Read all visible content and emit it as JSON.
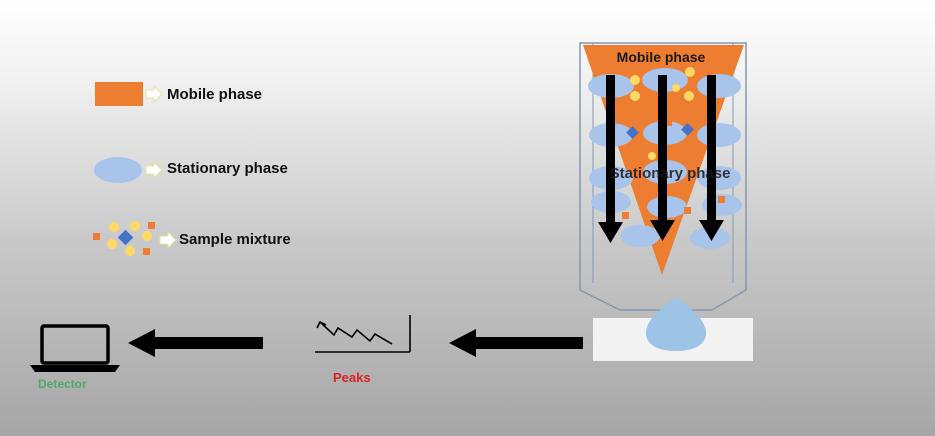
{
  "legend": {
    "mobile_phase": "Mobile phase",
    "stationary_phase": "Stationary phase",
    "sample_mixture": "Sample mixture"
  },
  "column": {
    "top_label": "Mobile phase",
    "middle_label": "Stationary phase"
  },
  "output": {
    "peaks_label": "Peaks",
    "detector_label": "Detector"
  },
  "colors": {
    "mobile_phase": "#ed7d31",
    "stationary_phase": "#a9c4eb",
    "sample_particle": "#ffd966",
    "sample_square": "#ed7d31",
    "sample_diamond": "#4472c4",
    "arrow": "#000000",
    "peaks_text": "#e02020",
    "detector_text": "#2fa84f"
  }
}
